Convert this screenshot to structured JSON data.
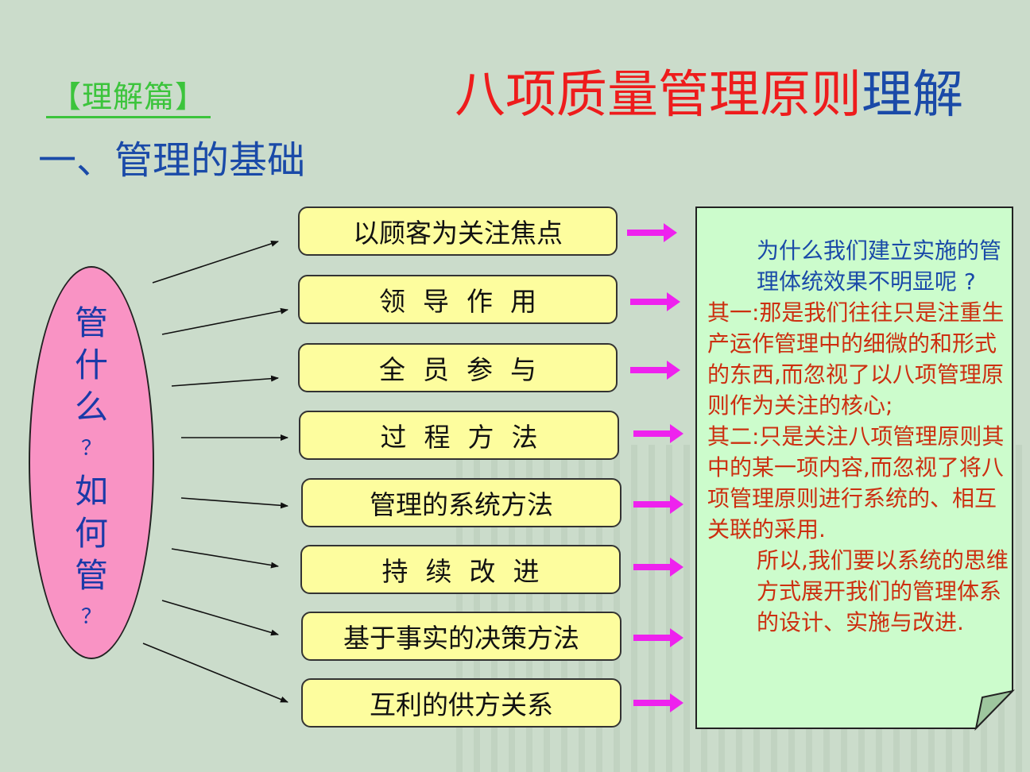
{
  "header": {
    "tag": "【理解篇】",
    "title_red": "八项质量管理原则",
    "title_blue": "理解"
  },
  "section": {
    "title": "一、管理的基础"
  },
  "ellipse": {
    "chars": [
      "管",
      "什",
      "么",
      "？",
      "如",
      "何",
      "管",
      "？"
    ],
    "fill": "#f993c4",
    "text_color": "#1a3aa8"
  },
  "principles": [
    {
      "label": "以顾客为关注焦点"
    },
    {
      "label": "领导作用"
    },
    {
      "label": "全员参与"
    },
    {
      "label": "过程方法"
    },
    {
      "label": "管理的系统方法"
    },
    {
      "label": "持续改进"
    },
    {
      "label": "基于事实的决策方法"
    },
    {
      "label": "互利的供方关系"
    }
  ],
  "note": {
    "question": "为什么我们建立实施的管理体统效果不明显呢 ?",
    "reason1": "其一:那是我们往往只是注重生产运作管理中的细微的和形式的东西,而忽视了以八项管理原则作为关注的核心;",
    "reason2": "其二:只是关注八项管理原则其中的某一项内容,而忽视了将八项管理原则进行系统的、相互关联的采用.",
    "conclusion": "所以,我们要以系统的思维方式展开我们的管理体系的设计、实施与改进.",
    "fill": "#ccfccc"
  },
  "colors": {
    "background": "#cbdccb",
    "box_fill": "#fdfd9e",
    "magenta_arrow": "#ee22ee",
    "title_red": "#ee1c1c",
    "title_blue": "#1a4aa8",
    "tag_green": "#3cc43c",
    "note_red": "#cc2f10"
  }
}
